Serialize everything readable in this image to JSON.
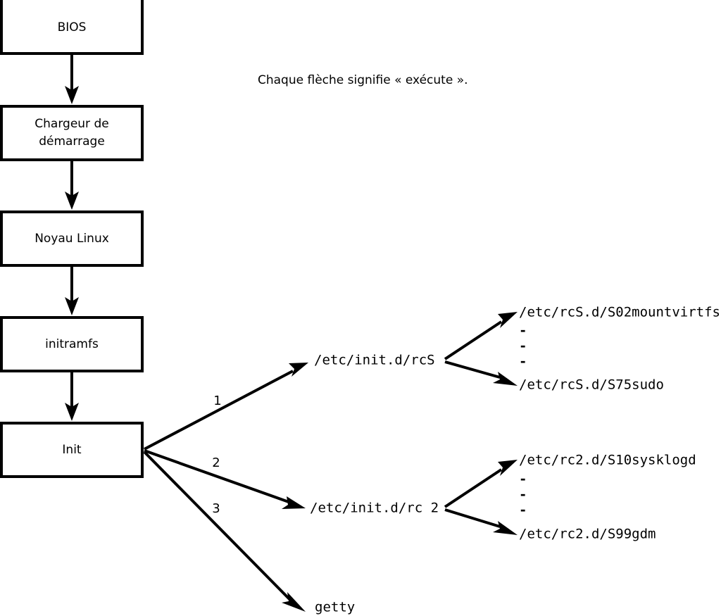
{
  "diagram": {
    "caption": "Chaque flèche signifie « exécute ».",
    "boot_chain": [
      {
        "id": "bios",
        "label": "BIOS"
      },
      {
        "id": "bootloader",
        "label_line1": "Chargeur de",
        "label_line2": "démarrage"
      },
      {
        "id": "kernel",
        "label": "Noyau Linux"
      },
      {
        "id": "initramfs",
        "label": "initramfs"
      },
      {
        "id": "init",
        "label": "Init"
      }
    ],
    "branch_numbers": {
      "one": "1",
      "two": "2",
      "three": "3"
    },
    "init_targets": [
      {
        "id": "rcs",
        "label": "/etc/init.d/rcS"
      },
      {
        "id": "rc2",
        "label": "/etc/init.d/rc 2"
      },
      {
        "id": "getty",
        "label": "getty"
      }
    ],
    "rcs_scripts": {
      "first": "/etc/rcS.d/S02mountvirtfs",
      "last": "/etc/rcS.d/S75sudo",
      "ellipsis": [
        "-",
        "-",
        "-"
      ]
    },
    "rc2_scripts": {
      "first": "/etc/rc2.d/S10sysklogd",
      "last": "/etc/rc2.d/S99gdm",
      "ellipsis": [
        "-",
        "-",
        "-"
      ]
    },
    "colors": {
      "stroke": "#000000",
      "fill": "#ffffff",
      "text": "#000000"
    }
  }
}
